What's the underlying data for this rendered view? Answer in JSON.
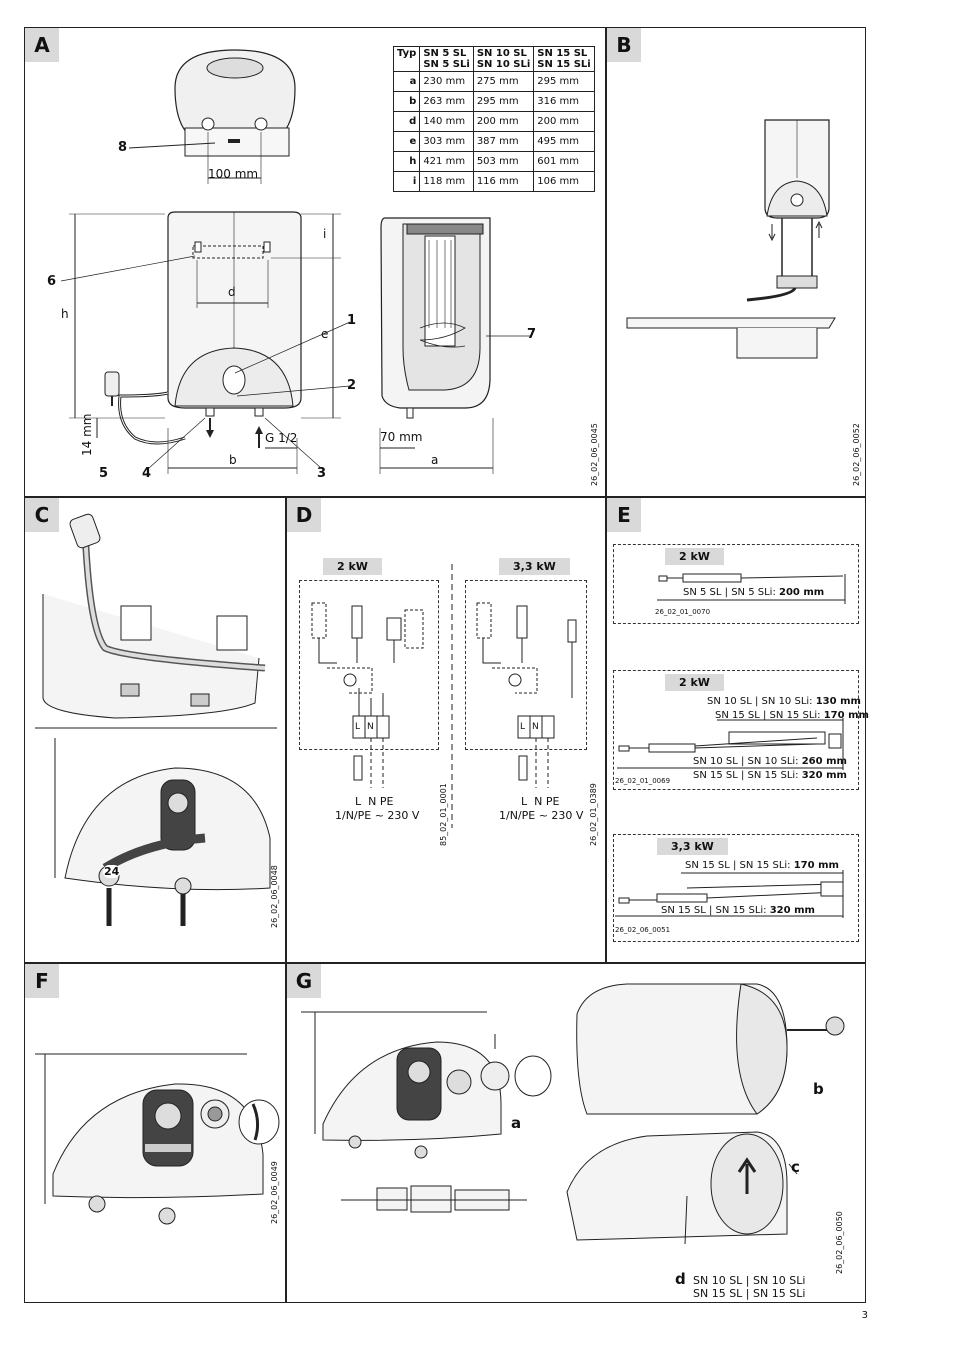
{
  "page_number": "3",
  "panels": {
    "A": {
      "label": "A",
      "table": {
        "headers": [
          "Typ",
          "SN 5 SL\nSN 5 SLi",
          "SN 10 SL\nSN 10 SLi",
          "SN 15 SL\nSN 15 SLi"
        ],
        "rows": [
          [
            "a",
            "230 mm",
            "275 mm",
            "295 mm"
          ],
          [
            "b",
            "263 mm",
            "295 mm",
            "316 mm"
          ],
          [
            "d",
            "140 mm",
            "200 mm",
            "200 mm"
          ],
          [
            "e",
            "303 mm",
            "387 mm",
            "495 mm"
          ],
          [
            "h",
            "421 mm",
            "503 mm",
            "601 mm"
          ],
          [
            "i",
            "118 mm",
            "116 mm",
            "106 mm"
          ]
        ]
      },
      "dim_100": "100 mm",
      "dim_14": "14 mm",
      "dim_70": "70 mm",
      "dim_g": "G 1/2",
      "letters": {
        "h": "h",
        "e": "e",
        "i": "i",
        "d": "d",
        "b": "b",
        "a": "a"
      },
      "callouts": [
        "1",
        "2",
        "3",
        "4",
        "5",
        "6",
        "7",
        "8"
      ],
      "code": "26_02_06_0045"
    },
    "B": {
      "label": "B",
      "code": "26_02_06_0052"
    },
    "C": {
      "label": "C",
      "code": "26_02_06_0048",
      "wrench": "24"
    },
    "D": {
      "label": "D",
      "badge_left": "2 kW",
      "badge_right": "3,3 kW",
      "terminals": [
        "L",
        "N",
        "PE"
      ],
      "supply": "1/N/PE ~ 230 V",
      "code_left": "85_02_01_0001",
      "code_right": "26_02_01_0389"
    },
    "E": {
      "label": "E",
      "box1": {
        "badge": "2 kW",
        "line1": "SN 5 SL | SN 5 SLi: ",
        "val1": "200 mm",
        "code": "26_02_01_0070"
      },
      "box2": {
        "badge": "2 kW",
        "line1": "SN 10 SL | SN 10 SLi: ",
        "val1": "130 mm",
        "line2": "SN 15 SL | SN 15 SLi: ",
        "val2": "170 mm",
        "line3": "SN 10 SL | SN 10 SLi: ",
        "val3": "260 mm",
        "line4": "SN 15 SL | SN 15 SLi: ",
        "val4": "320 mm",
        "code": "26_02_01_0069"
      },
      "box3": {
        "badge": "3,3 kW",
        "line1": "SN 15 SL | SN 15 SLi: ",
        "val1": "170 mm",
        "line2": "SN 15 SL | SN 15 SLi: ",
        "val2": "320 mm",
        "code": "26_02_06_0051"
      }
    },
    "F": {
      "label": "F",
      "code": "26_02_06_0049"
    },
    "G": {
      "label": "G",
      "letters": {
        "a": "a",
        "b": "b",
        "c": "c",
        "d": "d"
      },
      "note1": "SN 10 SL | SN 10 SLi",
      "note2": "SN 15 SL | SN 15 SLi",
      "code": "26_02_06_0050"
    }
  }
}
